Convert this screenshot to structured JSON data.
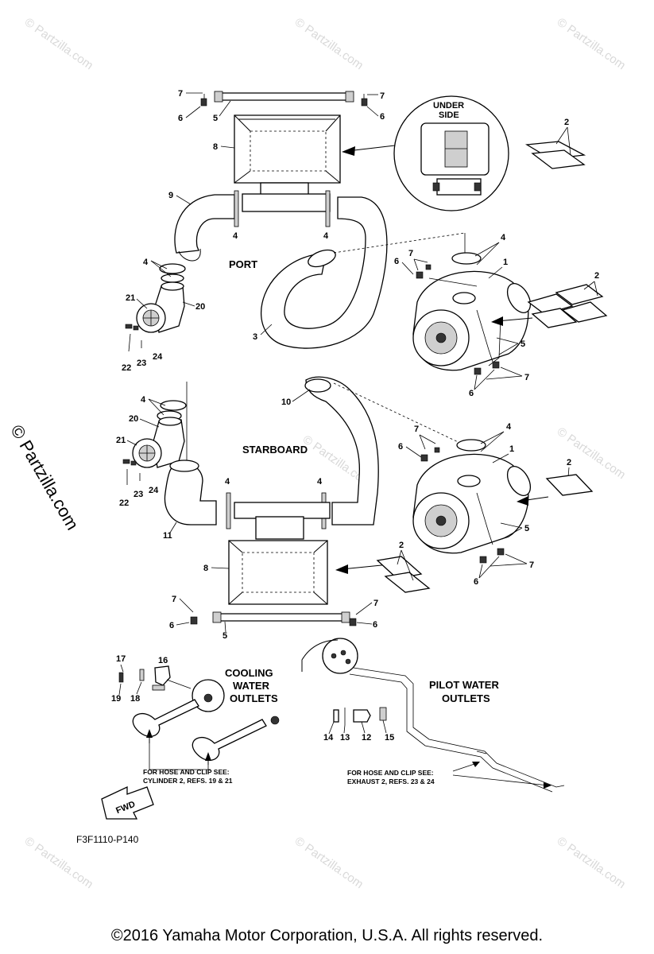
{
  "watermark": "© Partzilla.com",
  "side_watermark": "© Partzilla.com",
  "labels": {
    "under_side_1": "UNDER",
    "under_side_2": "SIDE",
    "port": "PORT",
    "starboard": "STARBOARD",
    "cooling_1": "COOLING",
    "cooling_2": "WATER",
    "cooling_3": "OUTLETS",
    "pilot_1": "PILOT WATER",
    "pilot_2": "OUTLETS",
    "note_left_1": "FOR HOSE AND CLIP SEE:",
    "note_left_2": "CYLINDER 2, REFS. 19 & 21",
    "note_right_1": "FOR HOSE AND CLIP SEE:",
    "note_right_2": "EXHAUST 2, REFS. 23 & 24",
    "fwd": "FWD",
    "part_code": "F3F1110-P140"
  },
  "callouts": {
    "c1": "1",
    "c2": "2",
    "c3": "3",
    "c4": "4",
    "c5": "5",
    "c6": "6",
    "c7": "7",
    "c8": "8",
    "c9": "9",
    "c10": "10",
    "c11": "11",
    "c12": "12",
    "c13": "13",
    "c14": "14",
    "c15": "15",
    "c16": "16",
    "c17": "17",
    "c18": "18",
    "c19": "19",
    "c20": "20",
    "c21": "21",
    "c22": "22",
    "c23": "23",
    "c24": "24"
  },
  "copyright": "©2016  Yamaha Motor Corporation, U.S.A. All rights reserved."
}
